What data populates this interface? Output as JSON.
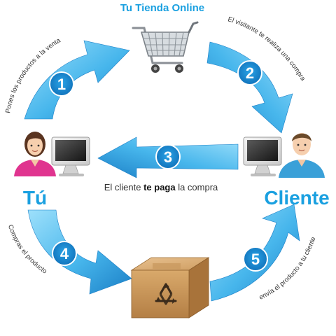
{
  "title": "Tu Tienda Online",
  "roles": {
    "you": "Tú",
    "client": "Cliente"
  },
  "steps": [
    {
      "number": "1",
      "text": "Pones los productos a la venta"
    },
    {
      "number": "2",
      "text": "El visitante te realiza una compra"
    },
    {
      "number": "3",
      "text_before": "El cliente ",
      "text_bold": "te paga",
      "text_after": " la compra"
    },
    {
      "number": "4",
      "text": "Compras el producto"
    },
    {
      "number": "5",
      "text": "envía el producto a tu cliente"
    }
  ],
  "icons": [
    "shopping-cart-icon",
    "person-female-icon",
    "person-male-icon",
    "computer-monitor-icon",
    "cardboard-box-icon",
    "recycle-icon"
  ],
  "colors": {
    "title_blue": "#1aa0e0",
    "arrow_light": "#7fd3f7",
    "arrow_dark": "#1b7fc6",
    "box_brown": "#c9955a",
    "shirt_pink": "#e0348f",
    "shirt_blue": "#3aa0d8"
  }
}
